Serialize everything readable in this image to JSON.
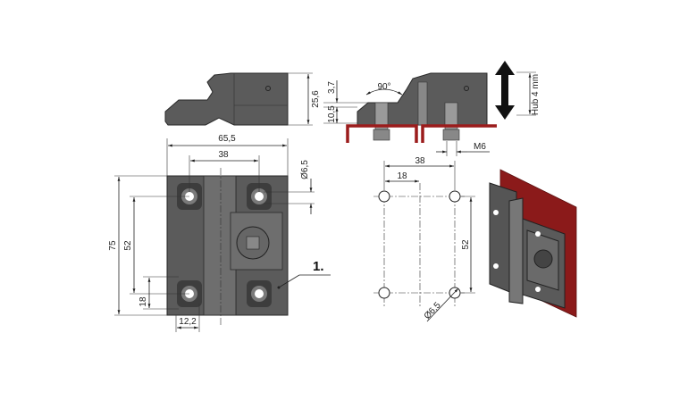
{
  "side_view": {
    "height": "25,6"
  },
  "section_view": {
    "angle": "90°",
    "dim_top": "3,7",
    "dim_bottom": "10,5",
    "stroke": "Hub 4 mm",
    "thread": "M6"
  },
  "front_view": {
    "width": "65,5",
    "hole_spacing_x": "38",
    "hole_diameter": "Ø6,5",
    "height": "75",
    "hole_spacing_y": "52",
    "offset_y": "18",
    "offset_x": "12,2",
    "callout": "1."
  },
  "hole_pattern": {
    "spacing_x": "38",
    "half_x": "18",
    "spacing_y": "52",
    "diameter": "Ø6,5"
  },
  "colors": {
    "part": "#5b5b5b",
    "plate": "#9b1c1c"
  }
}
